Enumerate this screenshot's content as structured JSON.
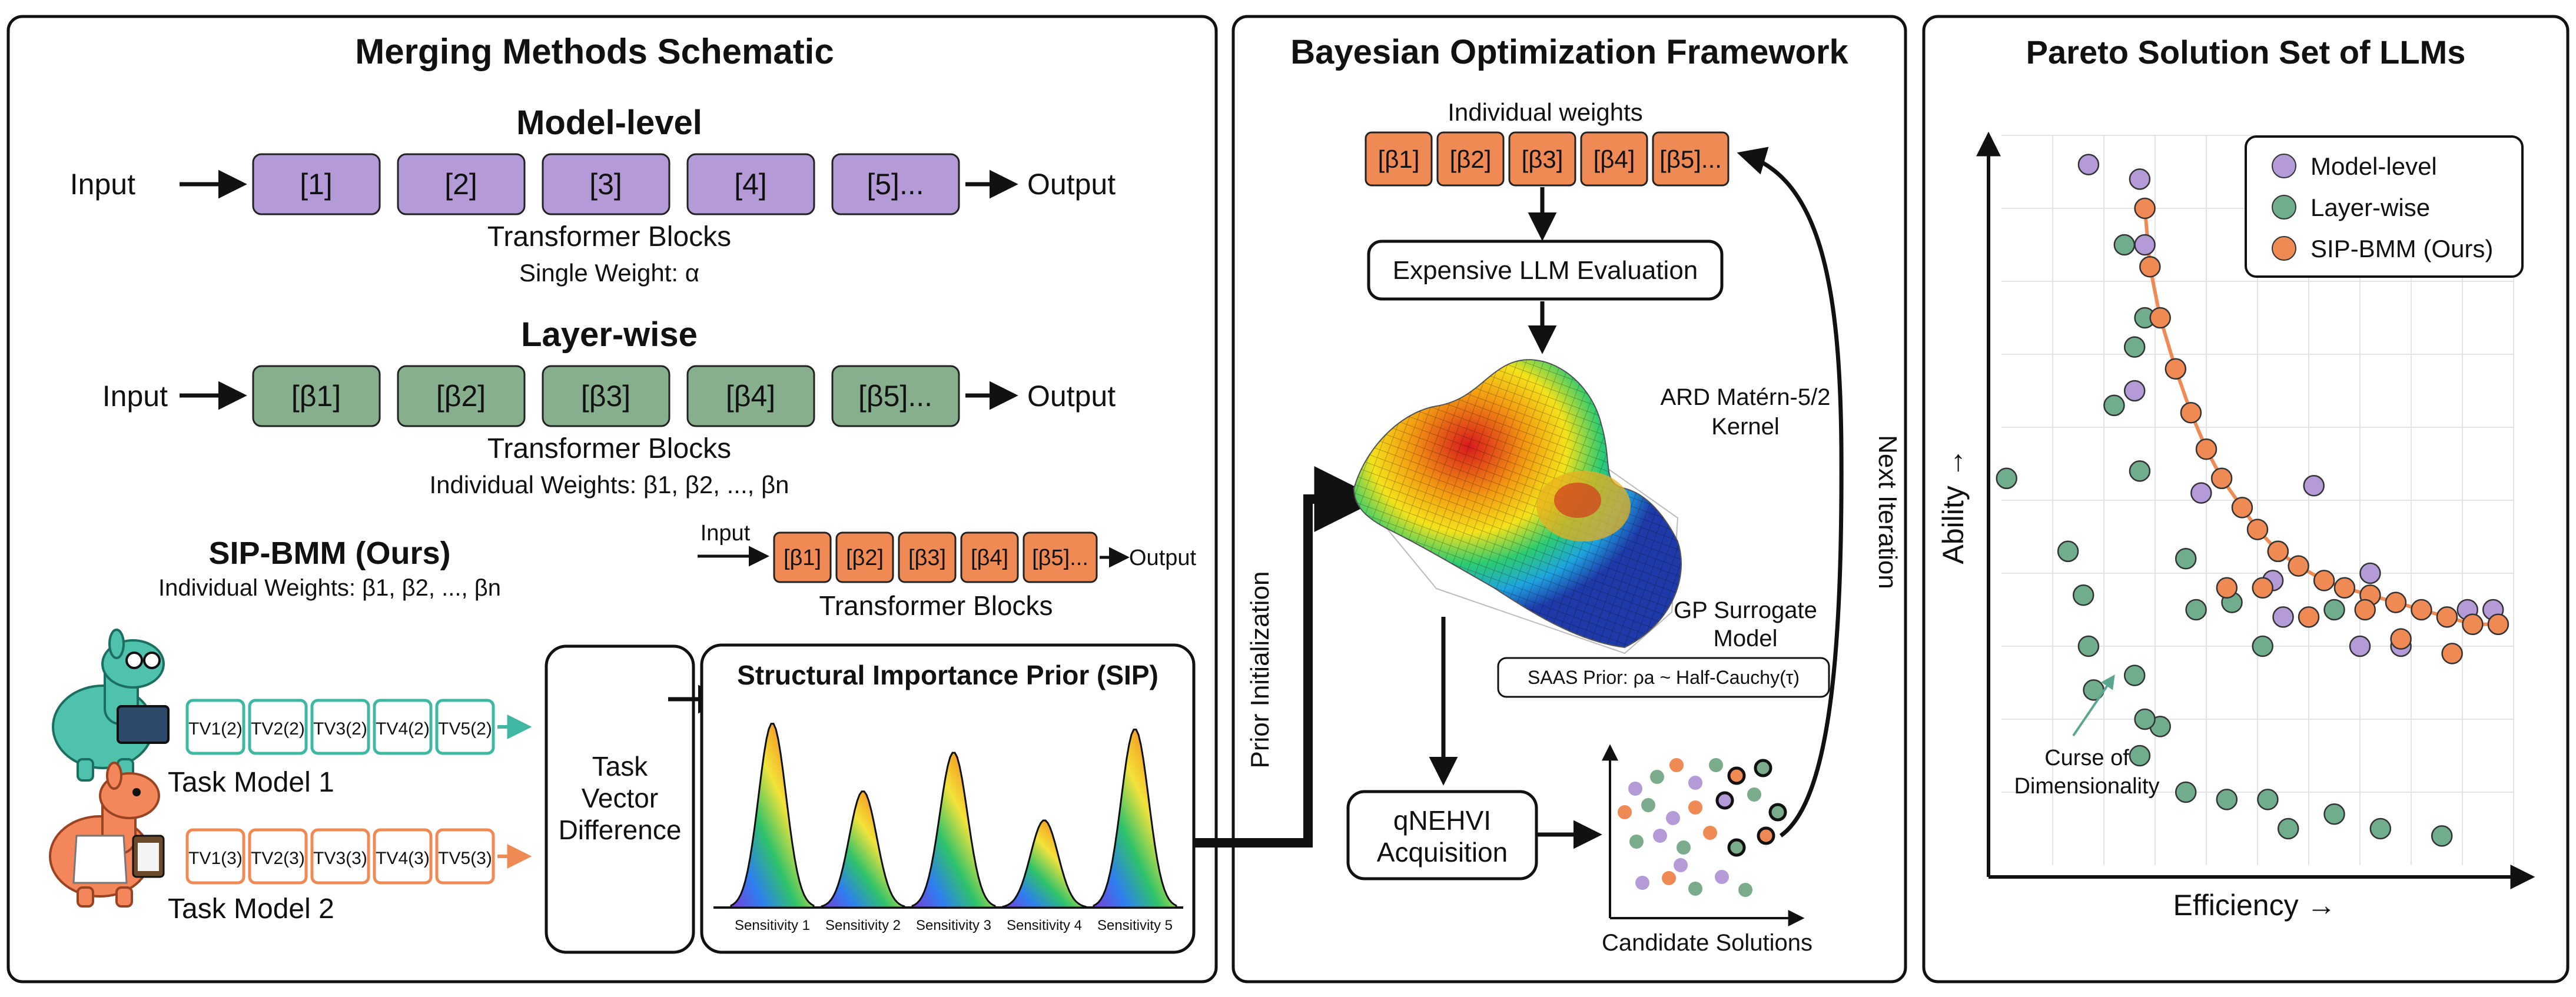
{
  "panels": {
    "merging": {
      "title": "Merging Methods Schematic",
      "model_level": {
        "heading": "Model-level",
        "input": "Input",
        "output": "Output",
        "blocks": [
          "[1]",
          "[2]",
          "[3]",
          "[4]",
          "[5]..."
        ],
        "caption": "Transformer Blocks",
        "subcaption": "Single Weight: α"
      },
      "layer_wise": {
        "heading": "Layer-wise",
        "input": "Input",
        "output": "Output",
        "blocks": [
          "[β1]",
          "[β2]",
          "[β3]",
          "[β4]",
          "[β5]..."
        ],
        "caption": "Transformer Blocks",
        "subcaption": "Individual Weights: β1, β2, ..., βn"
      },
      "sip_bmm": {
        "heading": "SIP-BMM (Ours)",
        "subheading": "Individual Weights: β1, β2, ..., βn",
        "input": "Input",
        "output": "Output",
        "blocks": [
          "[β1]",
          "[β2]",
          "[β3]",
          "[β4]",
          "[β5]..."
        ],
        "caption": "Transformer Blocks"
      },
      "task_models": [
        {
          "label": "Task Model 1",
          "vectors": [
            "TV1(2)",
            "TV2(2)",
            "TV3(2)",
            "TV4(2)",
            "TV5(2)"
          ]
        },
        {
          "label": "Task Model 2",
          "vectors": [
            "TV1(3)",
            "TV2(3)",
            "TV3(3)",
            "TV4(3)",
            "TV5(3)"
          ]
        }
      ],
      "task_vector_difference": [
        "Task",
        "Vector",
        "Difference"
      ],
      "sip": {
        "title": "Structural Importance Prior (SIP)",
        "peaks": [
          {
            "label": "Sensitivity 1",
            "height": 0.95
          },
          {
            "label": "Sensitivity 2",
            "height": 0.6
          },
          {
            "label": "Sensitivity 3",
            "height": 0.8
          },
          {
            "label": "Sensitivity 4",
            "height": 0.45
          },
          {
            "label": "Sensitivity 5",
            "height": 0.92
          }
        ]
      }
    },
    "bo": {
      "title": "Bayesian Optimization Framework",
      "weights_label": "Individual weights",
      "weights": [
        "[β1]",
        "[β2]",
        "[β3]",
        "[β4]",
        "[β5]..."
      ],
      "evaluation": "Expensive LLM Evaluation",
      "kernel": [
        "ARD Matérn-5/2",
        "Kernel"
      ],
      "surrogate": [
        "GP Surrogate",
        "Model"
      ],
      "saas": "SAAS Prior: ρa ~ Half-Cauchy(τ)",
      "prior_init": "Prior Initialization",
      "next_iter": "Next Iteration",
      "acquisition": [
        "qNEHVI",
        "Acquisition"
      ],
      "candidates": "Candidate Solutions"
    },
    "pareto": {
      "title": "Pareto Solution Set of LLMs",
      "xlabel": "Efficiency →",
      "ylabel": "Ability →",
      "annotation": [
        "Curse of",
        "Dimensionality"
      ]
    }
  },
  "colors": {
    "purple": "#b49bd8",
    "green": "#7aab8a",
    "orange": "#f08a55",
    "teal": "#3fb8a3"
  },
  "chart_data": {
    "type": "scatter",
    "title": "Pareto Solution Set of LLMs",
    "xlabel": "Efficiency →",
    "ylabel": "Ability →",
    "xlim": [
      0,
      10
    ],
    "ylim": [
      0,
      10
    ],
    "legend": "top-right",
    "grid": true,
    "series": [
      {
        "name": "Model-level",
        "color": "#b49bd8",
        "x": [
          1.7,
          2.7,
          2.8,
          2.6,
          3.9,
          5.3,
          5.5,
          6.1,
          7.0,
          7.2,
          7.8,
          9.1,
          9.6
        ],
        "y": [
          9.6,
          9.4,
          8.5,
          6.5,
          5.1,
          3.9,
          3.4,
          5.2,
          3.0,
          4.0,
          3.0,
          3.5,
          3.5
        ]
      },
      {
        "name": "Layer-wise",
        "color": "#6fad8c",
        "x": [
          2.4,
          2.8,
          2.6,
          2.2,
          2.7,
          0.1,
          1.3,
          1.6,
          1.7,
          1.8,
          2.6,
          3.6,
          3.8,
          4.5,
          5.1,
          5.4,
          6.5,
          3.1,
          2.8,
          2.7,
          3.6,
          4.4,
          5.2,
          5.6,
          6.5,
          7.4,
          8.6
        ],
        "y": [
          8.5,
          7.5,
          7.1,
          6.3,
          5.4,
          5.3,
          4.3,
          3.7,
          3.0,
          2.4,
          2.6,
          4.2,
          3.5,
          3.6,
          3.0,
          4.3,
          3.5,
          1.9,
          2.0,
          1.5,
          1.0,
          0.9,
          0.9,
          0.5,
          0.7,
          0.5,
          0.4
        ]
      },
      {
        "name": "SIP-BMM (Ours)",
        "color": "#f08a55",
        "x": [
          2.8,
          2.9,
          3.1,
          3.4,
          3.7,
          4.0,
          4.3,
          4.7,
          5.0,
          5.4,
          5.8,
          6.3,
          6.7,
          7.2,
          7.7,
          8.2,
          8.7,
          9.2,
          9.7,
          4.4,
          5.1,
          6.0,
          7.1,
          7.8,
          8.8
        ],
        "y": [
          9.0,
          8.2,
          7.5,
          6.8,
          6.2,
          5.7,
          5.3,
          4.9,
          4.6,
          4.3,
          4.1,
          3.9,
          3.8,
          3.7,
          3.6,
          3.5,
          3.4,
          3.3,
          3.3,
          3.8,
          3.8,
          3.4,
          3.5,
          3.1,
          2.9
        ]
      }
    ]
  }
}
